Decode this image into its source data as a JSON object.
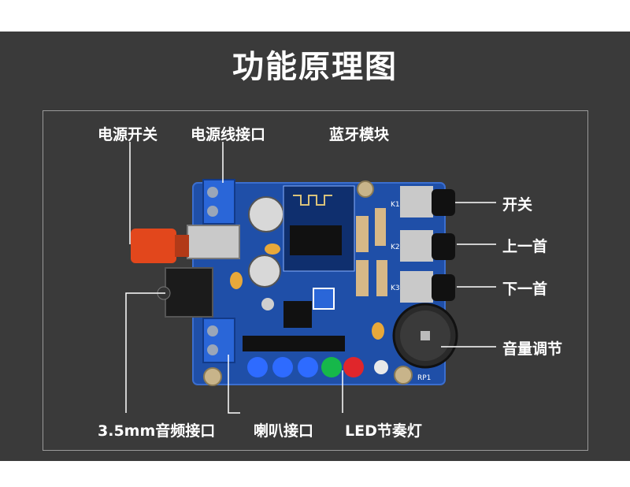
{
  "title": "功能原理图",
  "labels": {
    "power_switch": "电源开关",
    "power_port": "电源线接口",
    "bluetooth": "蓝牙模块",
    "onoff": "开关",
    "prev": "上一首",
    "next": "下一首",
    "volume": "音量调节",
    "audio_jack": "3.5mm音频接口",
    "speaker": "喇叭接口",
    "led": "LED节奏灯"
  },
  "board_marks": {
    "k1": "K1",
    "k2": "K2",
    "k3": "K3",
    "rp1": "RP1"
  },
  "colors": {
    "background": "#3a3a3a",
    "pcb": "#1f4fa8",
    "text": "#ffffff"
  }
}
